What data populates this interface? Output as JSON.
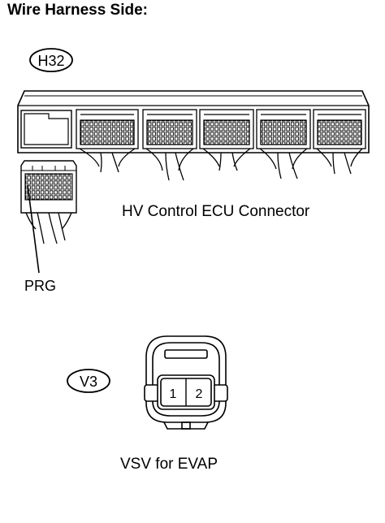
{
  "title": "Wire Harness Side:",
  "connectors": {
    "ecu": {
      "tag": "H32",
      "name": "HV Control ECU Connector",
      "pin_label": "PRG"
    },
    "vsv": {
      "tag": "V3",
      "name": "VSV for EVAP",
      "pins": [
        "1",
        "2"
      ]
    }
  }
}
